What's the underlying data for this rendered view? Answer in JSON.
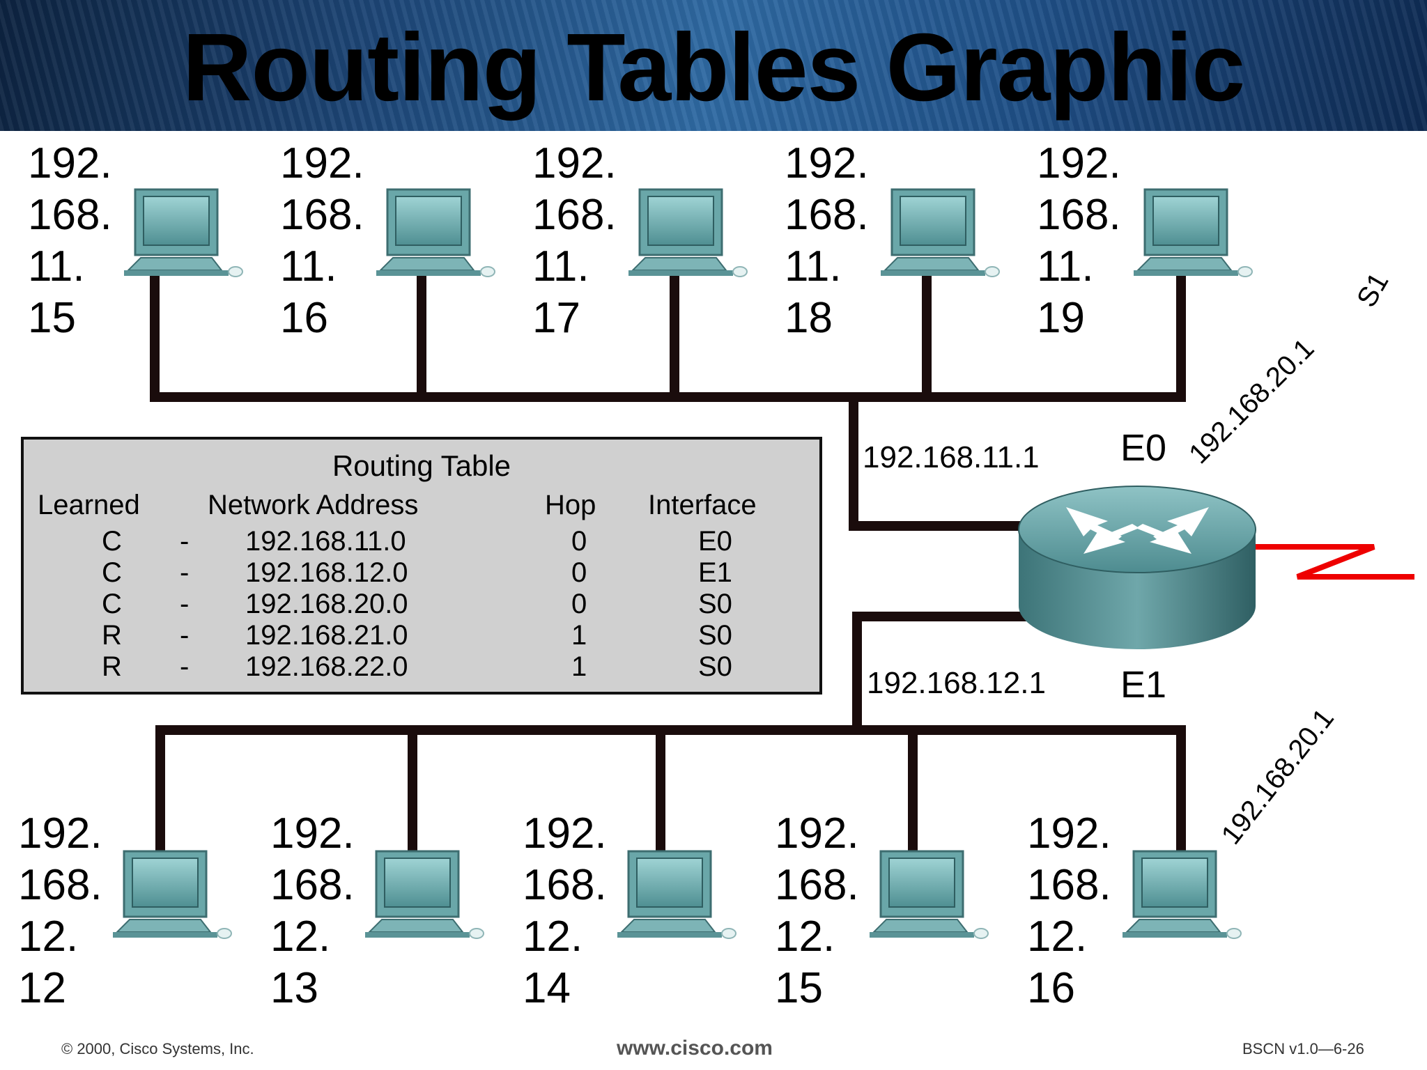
{
  "title": "Routing Tables Graphic",
  "top_hosts": [
    {
      "lines": [
        "192.",
        "168.",
        "11.",
        "15"
      ]
    },
    {
      "lines": [
        "192.",
        "168.",
        "11.",
        "16"
      ]
    },
    {
      "lines": [
        "192.",
        "168.",
        "11.",
        "17"
      ]
    },
    {
      "lines": [
        "192.",
        "168.",
        "11.",
        "18"
      ]
    },
    {
      "lines": [
        "192.",
        "168.",
        "11.",
        "19"
      ]
    }
  ],
  "bottom_hosts": [
    {
      "lines": [
        "192.",
        "168.",
        "12.",
        "12"
      ]
    },
    {
      "lines": [
        "192.",
        "168.",
        "12.",
        "13"
      ]
    },
    {
      "lines": [
        "192.",
        "168.",
        "12.",
        "14"
      ]
    },
    {
      "lines": [
        "192.",
        "168.",
        "12.",
        "15"
      ]
    },
    {
      "lines": [
        "192.",
        "168.",
        "12.",
        "16"
      ]
    }
  ],
  "routing_table": {
    "title": "Routing Table",
    "headers": [
      "Learned",
      "Network Address",
      "Hop",
      "Interface"
    ],
    "rows": [
      {
        "learned": "C",
        "sep": "-",
        "network": "192.168.11.0",
        "hop": "0",
        "iface": "E0"
      },
      {
        "learned": "C",
        "sep": "-",
        "network": "192.168.12.0",
        "hop": "0",
        "iface": "E1"
      },
      {
        "learned": "C",
        "sep": "-",
        "network": "192.168.20.0",
        "hop": "0",
        "iface": "S0"
      },
      {
        "learned": "R",
        "sep": "-",
        "network": "192.168.21.0",
        "hop": "1",
        "iface": "S0"
      },
      {
        "learned": "R",
        "sep": "-",
        "network": "192.168.22.0",
        "hop": "1",
        "iface": "S0"
      }
    ]
  },
  "router": {
    "e0_label": "E0",
    "e1_label": "E1",
    "e0_ip": "192.168.11.1",
    "e1_ip": "192.168.12.1",
    "s1_ip": "192.168.20.1",
    "s1_label": "S1",
    "lower_ip": "192.168.20.1"
  },
  "footer": {
    "copyright": "© 2000, Cisco Systems, Inc.",
    "website": "www.cisco.com",
    "slide_id": "BSCN v1.0—6-26"
  },
  "colors": {
    "wire": "#1a0c0c",
    "serial_link": "#ee0000",
    "computer": "#5f9ea0",
    "router": "#4a8b8e",
    "table_bg": "#d0d0d0"
  }
}
